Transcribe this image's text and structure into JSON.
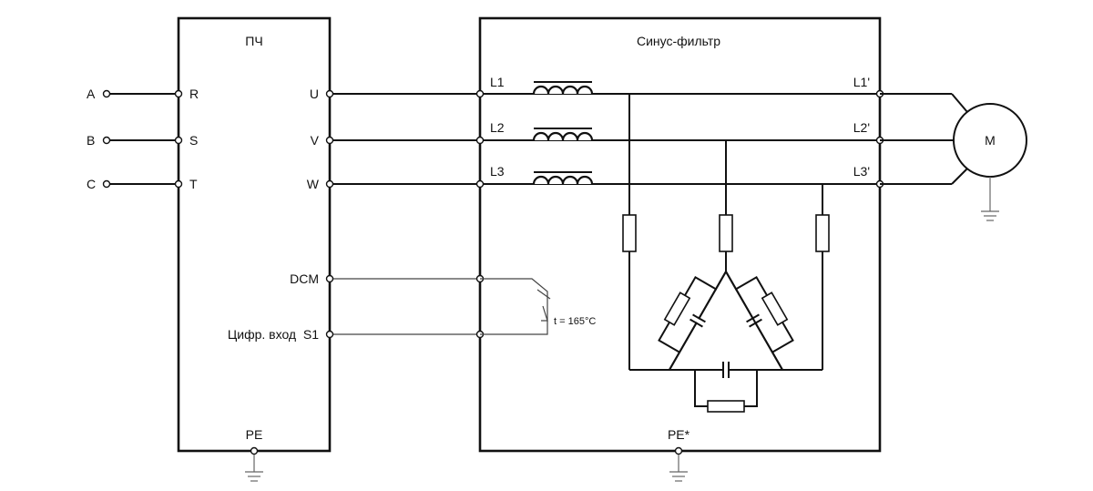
{
  "inverter": {
    "title": "ПЧ",
    "inputs": [
      "R",
      "S",
      "T"
    ],
    "outputs": [
      "U",
      "V",
      "W"
    ],
    "dcm_label": "DCM",
    "digital_input_label": "Цифр. вход  S1",
    "pe_label": "PE"
  },
  "supply": {
    "phases": [
      "A",
      "B",
      "C"
    ]
  },
  "sine_filter": {
    "title": "Синус-фильтр",
    "inputs": [
      "L1",
      "L2",
      "L3"
    ],
    "outputs": [
      "L1'",
      "L2'",
      "L3'"
    ],
    "pe_label": "PE*",
    "thermal_switch_label": "t = 165°C"
  },
  "motor": {
    "label": "M"
  }
}
